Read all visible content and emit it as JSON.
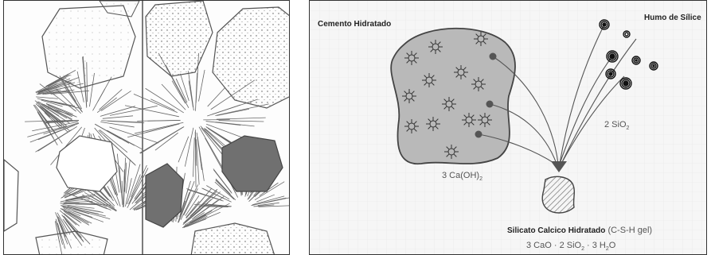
{
  "left_panel": {},
  "right_panel": {
    "label_cement": "Cemento Hidratado",
    "label_silica_fume": "Humo de Sílice",
    "label_sio2": "2 SiO",
    "label_sio2_sub": "2",
    "label_caoh_pre": "3 Ca(OH)",
    "label_caoh_sub": "2",
    "label_csh_bold": "Silicato Calcico Hidratado",
    "label_csh_gel": "(C-S-H gel)",
    "formula_a": "3 CaO · 2 SiO",
    "formula_a_sub": "2",
    "formula_b": " · 3 H",
    "formula_b_sub": "2",
    "formula_c": "O"
  }
}
